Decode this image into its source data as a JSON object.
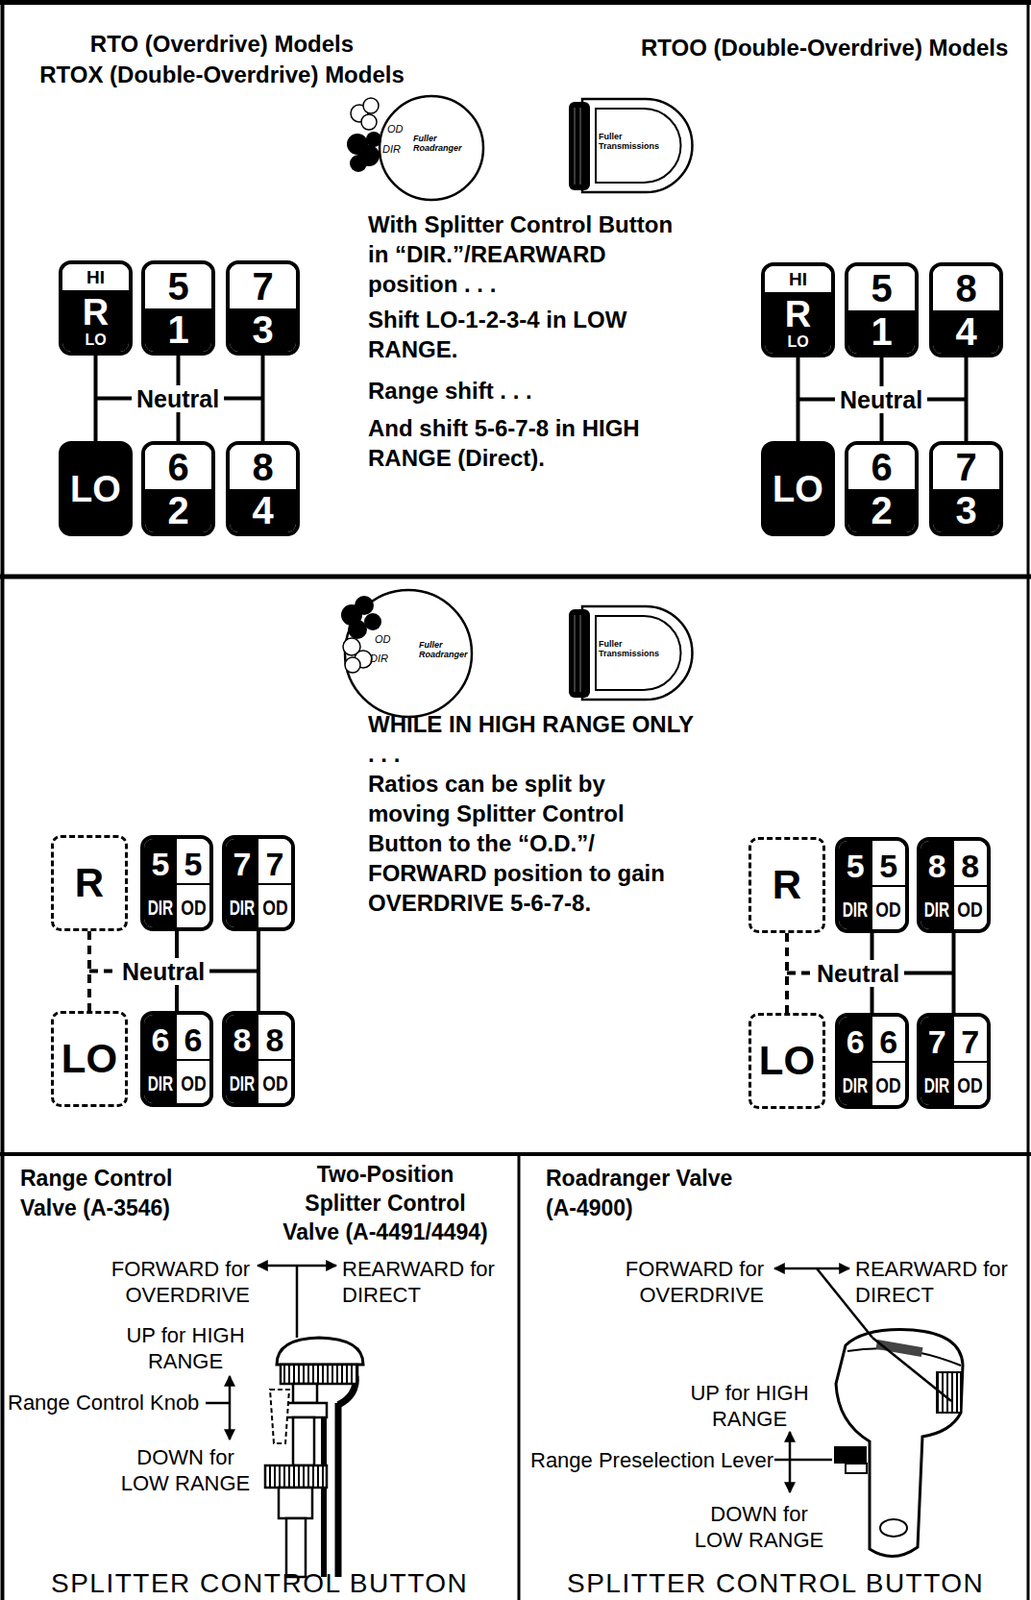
{
  "diagram": {
    "nodes": [
      {
        "text": [
          "HI",
          "R",
          "LO"
        ]
      },
      {
        "text": [
          "5",
          "1"
        ]
      },
      {
        "text": [
          "7",
          "3"
        ]
      },
      {
        "text": [
          "LO"
        ]
      },
      {
        "text": [
          "6",
          "2"
        ]
      },
      {
        "text": [
          "8",
          "4"
        ]
      },
      {
        "text": [
          "HI",
          "R",
          "LO"
        ]
      },
      {
        "text": [
          "5",
          "1"
        ]
      },
      {
        "text": [
          "8",
          "4"
        ]
      },
      {
        "text": [
          "LO"
        ]
      },
      {
        "text": [
          "6",
          "2"
        ]
      },
      {
        "text": [
          "7",
          "3"
        ]
      },
      {
        "text": [
          "R"
        ]
      },
      {
        "text": [
          "5",
          "DIR",
          "5",
          "OD"
        ]
      },
      {
        "text": [
          "7",
          "DIR",
          "7",
          "OD"
        ]
      },
      {
        "text": [
          "LO"
        ]
      },
      {
        "text": [
          "6",
          "DIR",
          "6",
          "OD"
        ]
      },
      {
        "text": [
          "8",
          "DIR",
          "8",
          "OD"
        ]
      },
      {
        "text": [
          "R"
        ]
      },
      {
        "text": [
          "5",
          "DIR",
          "5",
          "OD"
        ]
      },
      {
        "text": [
          "8",
          "DIR",
          "8",
          "OD"
        ]
      },
      {
        "text": [
          "LO"
        ]
      },
      {
        "text": [
          "6",
          "DIR",
          "6",
          "OD"
        ]
      },
      {
        "text": [
          "7",
          "DIR",
          "7",
          "OD"
        ]
      }
    ],
    "edges": [
      {
        "from": 0,
        "to": 3,
        "arrow": "none"
      },
      {
        "from": 1,
        "to": 4,
        "arrow": "none"
      },
      {
        "from": 2,
        "to": 5,
        "arrow": "none"
      },
      {
        "from": 6,
        "to": 9,
        "arrow": "none"
      },
      {
        "from": 7,
        "to": 10,
        "arrow": "none"
      },
      {
        "from": 8,
        "to": 11,
        "arrow": "none"
      },
      {
        "from": 12,
        "to": 15,
        "arrow": "none"
      },
      {
        "from": 13,
        "to": 16,
        "arrow": "none"
      },
      {
        "from": 14,
        "to": 17,
        "arrow": "none"
      },
      {
        "from": 18,
        "to": 21,
        "arrow": "none"
      },
      {
        "from": 19,
        "to": 22,
        "arrow": "none"
      },
      {
        "from": 20,
        "to": 23,
        "arrow": "none"
      }
    ],
    "labels": [
      "RTO (Overdrive) Models",
      "RTOX (Double-Overdrive) Models",
      "RTOO (Double-Overdrive) Models",
      "OD",
      "DIR",
      "Fuller Roadranger",
      "Fuller Transmissions",
      "With Splitter Control Button in “DIR.”/REARWARD position . . .",
      "Shift LO-1-2-3-4 in LOW RANGE.",
      "Range shift . . .",
      "And shift 5-6-7-8 in HIGH RANGE (Direct).",
      "Neutral",
      "Neutral",
      "OD",
      "DIR",
      "Fuller Roadranger",
      "Fuller Transmissions",
      "WHILE IN HIGH RANGE ONLY . . .",
      "Ratios can be split by moving Splitter Control Button to the “O.D.”/ FORWARD position to gain OVERDRIVE 5-6-7-8.",
      "Neutral",
      "Neutral",
      "Range Control Valve (A-3546)",
      "Two-Position Splitter Control Valve (A-4491/4494)",
      "FORWARD for OVERDRIVE",
      "REARWARD for DIRECT",
      "UP for HIGH RANGE",
      "Range Control Knob",
      "DOWN for LOW RANGE",
      "SPLITTER CONTROL BUTTON",
      "Roadranger Valve (A-4900)",
      "FORWARD for OVERDRIVE",
      "REARWARD for DIRECT",
      "UP for HIGH RANGE",
      "Range Preselection Lever",
      "DOWN for LOW RANGE",
      "SPLITTER CONTROL BUTTON"
    ]
  }
}
